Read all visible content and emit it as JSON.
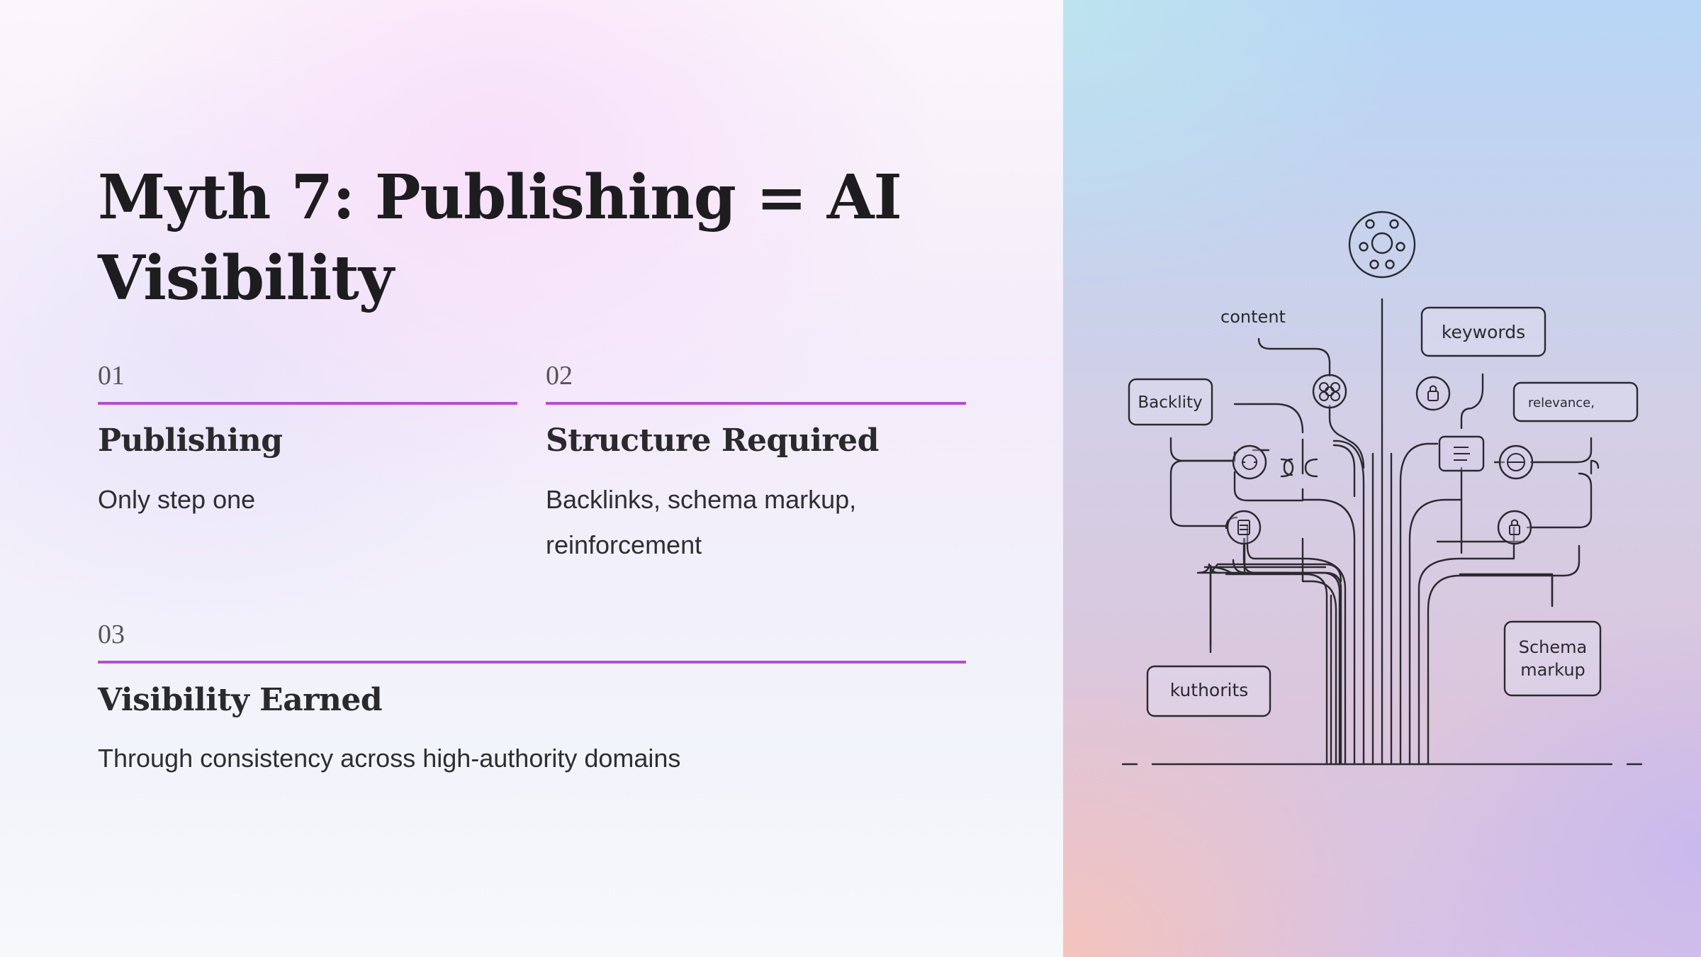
{
  "slide": {
    "title": "Myth 7: Publishing = AI Visibility",
    "steps": [
      {
        "number": "01",
        "heading": "Publishing",
        "description": "Only step one"
      },
      {
        "number": "02",
        "heading": "Structure Required",
        "description": "Backlinks, schema markup, reinforcement"
      },
      {
        "number": "03",
        "heading": "Visibility Earned",
        "description": "Through consistency across high-authority domains"
      }
    ]
  },
  "diagram": {
    "labels": {
      "content": "content",
      "keywords": "keywords",
      "backlinks": "Backlity",
      "relevance": "relevance,",
      "authority": "kuthorits",
      "schema_line1": "Schema",
      "schema_line2": "markup"
    }
  },
  "colors": {
    "accent": "#b44fcf",
    "line": "#2a2a2e"
  }
}
